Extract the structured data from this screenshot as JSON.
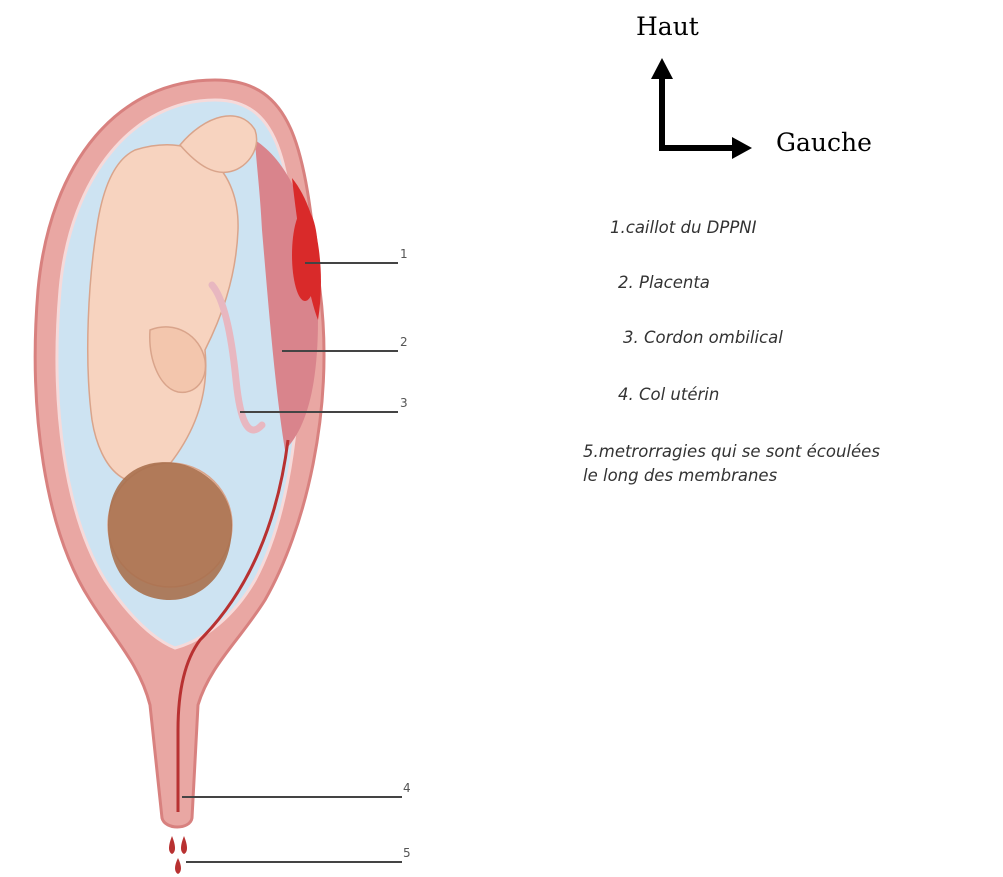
{
  "orientation": {
    "up_label": "Haut",
    "left_label": "Gauche"
  },
  "figure": {
    "leader_numbers": [
      "1",
      "2",
      "3",
      "4",
      "5"
    ]
  },
  "legend": {
    "items": [
      "1.caillot du DPPNI",
      "2. Placenta",
      "3. Cordon ombilical",
      "4. Col utérin",
      "5.metrorragies qui se sont écoulées\nle long des membranes"
    ]
  },
  "colors": {
    "uterus_wall": "#e9a7a3",
    "uterus_outline": "#d8817f",
    "amniotic_fluid": "#cde3f2",
    "fetus_skin": "#f7d3bf",
    "fetus_hair": "#a9704e",
    "placenta": "#d9848c",
    "clot": "#d92a2a",
    "blood": "#b83131"
  }
}
